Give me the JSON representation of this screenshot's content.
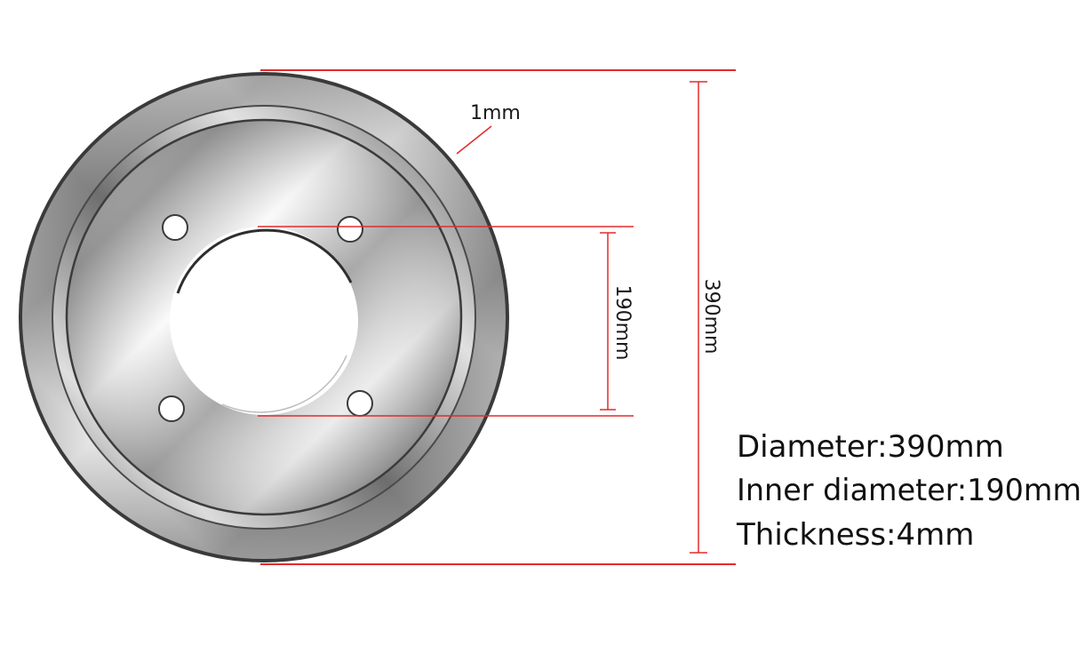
{
  "annotations": {
    "edge_thickness": "1mm",
    "inner_dim": "190mm",
    "outer_dim": "390mm"
  },
  "specs": [
    "Diameter:390mm",
    "Inner diameter:190mm",
    "Thickness:4mm"
  ],
  "colors": {
    "dimension_line": "#e32b2b",
    "text": "#111111",
    "steel_dark": "#2a2a2a",
    "steel_light": "#f4f4f4"
  }
}
